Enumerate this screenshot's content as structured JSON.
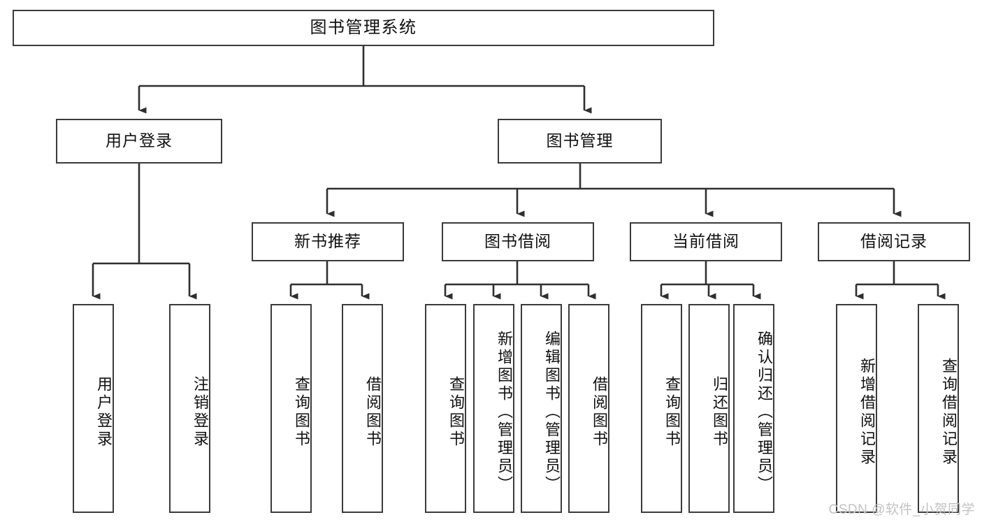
{
  "diagram": {
    "title": "图书管理系统",
    "type": "tree",
    "root": {
      "label": "图书管理系统"
    },
    "level2": [
      {
        "label": "用户登录"
      },
      {
        "label": "图书管理"
      }
    ],
    "level3": [
      {
        "label": "新书推荐"
      },
      {
        "label": "图书借阅"
      },
      {
        "label": "当前借阅"
      },
      {
        "label": "借阅记录"
      }
    ],
    "leaves": {
      "user_login": [
        {
          "label": "用户登录"
        },
        {
          "label": "注销登录"
        }
      ],
      "new_book_recommend": [
        {
          "label": "查询图书"
        },
        {
          "label": "借阅图书"
        }
      ],
      "book_borrow": [
        {
          "label": "查询图书"
        },
        {
          "label": "新增图书（管理员）"
        },
        {
          "label": "编辑图书（管理员）"
        },
        {
          "label": "借阅图书"
        }
      ],
      "current_borrow": [
        {
          "label": "查询图书"
        },
        {
          "label": "归还图书"
        },
        {
          "label": "确认归还（管理员）"
        }
      ],
      "borrow_record": [
        {
          "label": "新增借阅记录"
        },
        {
          "label": "查询借阅记录"
        }
      ]
    }
  },
  "watermark": {
    "text": "CSDN @软件_小贺同学"
  },
  "colors": {
    "border": "#3b3b3b",
    "fill": "#ffffff",
    "text": "#101010",
    "watermark": "#c2c2c2"
  }
}
